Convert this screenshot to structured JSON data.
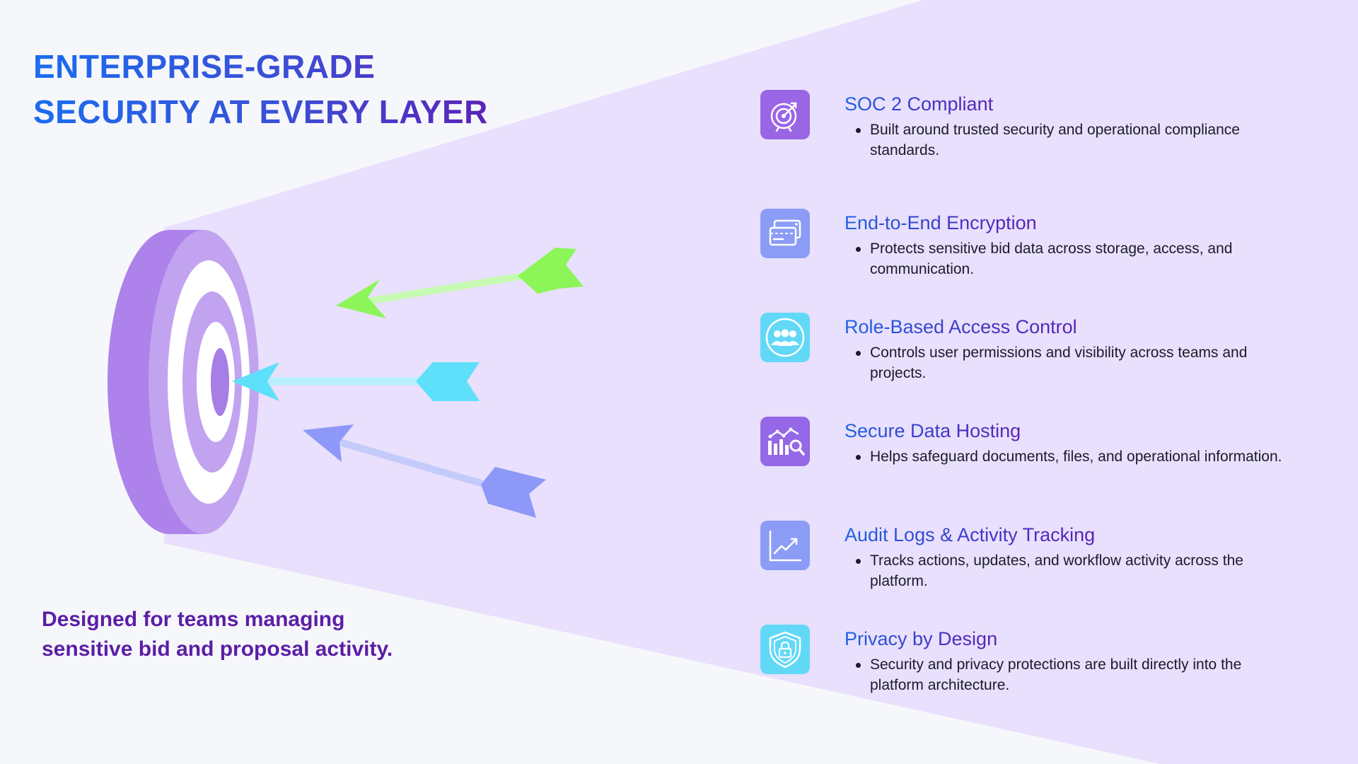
{
  "title": {
    "line1": "ENTERPRISE-GRADE",
    "line2": "SECURITY AT EVERY LAYER"
  },
  "tagline": {
    "line1": "Designed for teams managing",
    "line2": "sensitive bid and proposal activity."
  },
  "colors": {
    "background": "#f6f7fb",
    "beam": "#e8e0fc",
    "title_start": "#1a6cf0",
    "title_end": "#5a23b8",
    "tagline": "#5b1ea6",
    "target_outer": "#b08ae9",
    "target_ring": "#c2a3f0",
    "target_inner": "#a77de6",
    "arrow_green": "#8cf558",
    "arrow_cyan": "#5ee0fb",
    "arrow_blue": "#8d98f8"
  },
  "features": [
    {
      "title": "SOC 2 Compliant",
      "description": "Built around trusted security and operational compliance standards.",
      "icon": "target-icon",
      "color": "#9a66e6"
    },
    {
      "title": "End-to-End Encryption",
      "description": "Protects sensitive bid data across storage, access, and communication.",
      "icon": "credit-cards-icon",
      "color": "#8b9cf6"
    },
    {
      "title": "Role-Based Access Control",
      "description": "Controls user permissions and visibility across teams and projects.",
      "icon": "team-group-icon",
      "color": "#62d8f7"
    },
    {
      "title": "Secure Data Hosting",
      "description": "Helps safeguard documents, files, and operational information.",
      "icon": "data-analytics-icon",
      "color": "#9468e6"
    },
    {
      "title": "Audit Logs & Activity Tracking",
      "description": "Tracks actions, updates, and workflow activity across the platform.",
      "icon": "trend-chart-icon",
      "color": "#8b9cf6"
    },
    {
      "title": "Privacy by Design",
      "description": "Security and privacy protections are built directly into the platform architecture.",
      "icon": "shield-lock-icon",
      "color": "#62d8f7"
    }
  ]
}
